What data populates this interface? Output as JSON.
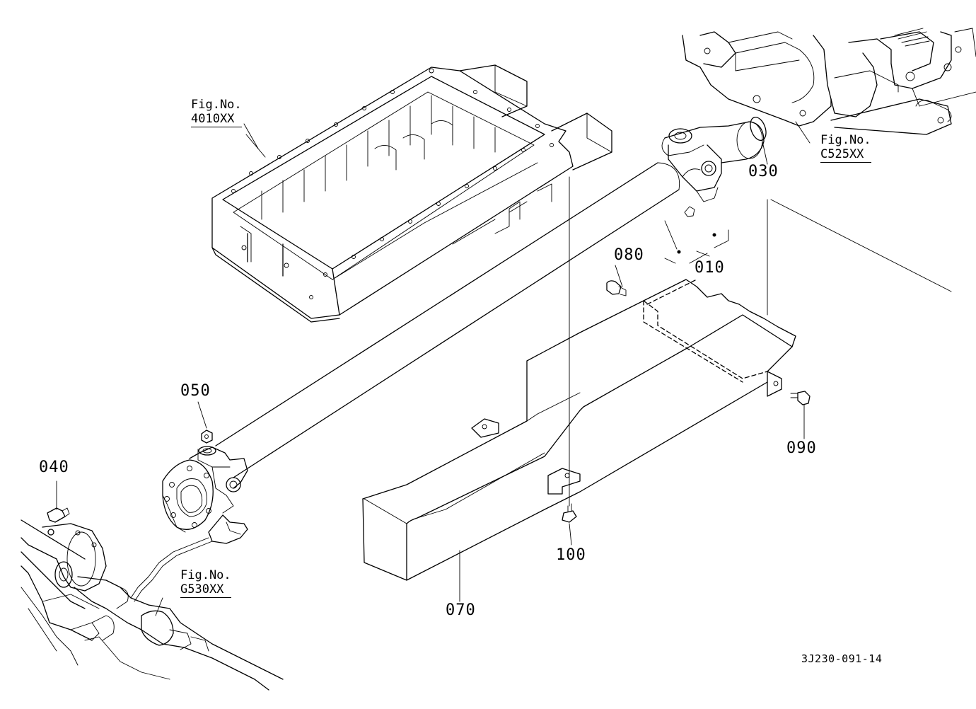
{
  "parts": {
    "p010": "010",
    "p030": "030",
    "p040": "040",
    "p050": "050",
    "p070": "070",
    "p080": "080",
    "p090": "090",
    "p100": "100"
  },
  "figure_refs": {
    "oil_pan": {
      "prefix": "Fig.No.",
      "number": "4010XX"
    },
    "transmission": {
      "prefix": "Fig.No.",
      "number": "C525XX"
    },
    "front_axle": {
      "prefix": "Fig.No.",
      "number": "G530XX"
    }
  },
  "drawing_code": "3J230-091-14"
}
